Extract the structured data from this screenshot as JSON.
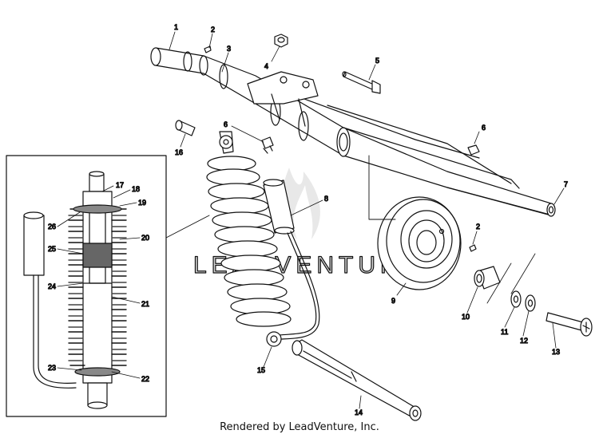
{
  "footer": "Rendered by LeadVenture, Inc.",
  "watermark": "LEADVENTURE",
  "callouts": [
    "1",
    "2",
    "3",
    "4",
    "5",
    "6",
    "6",
    "7",
    "8",
    "9",
    "2",
    "10",
    "11",
    "12",
    "13",
    "14",
    "15",
    "16",
    "17",
    "18",
    "19",
    "20",
    "21",
    "22",
    "23",
    "24",
    "25",
    "26"
  ]
}
